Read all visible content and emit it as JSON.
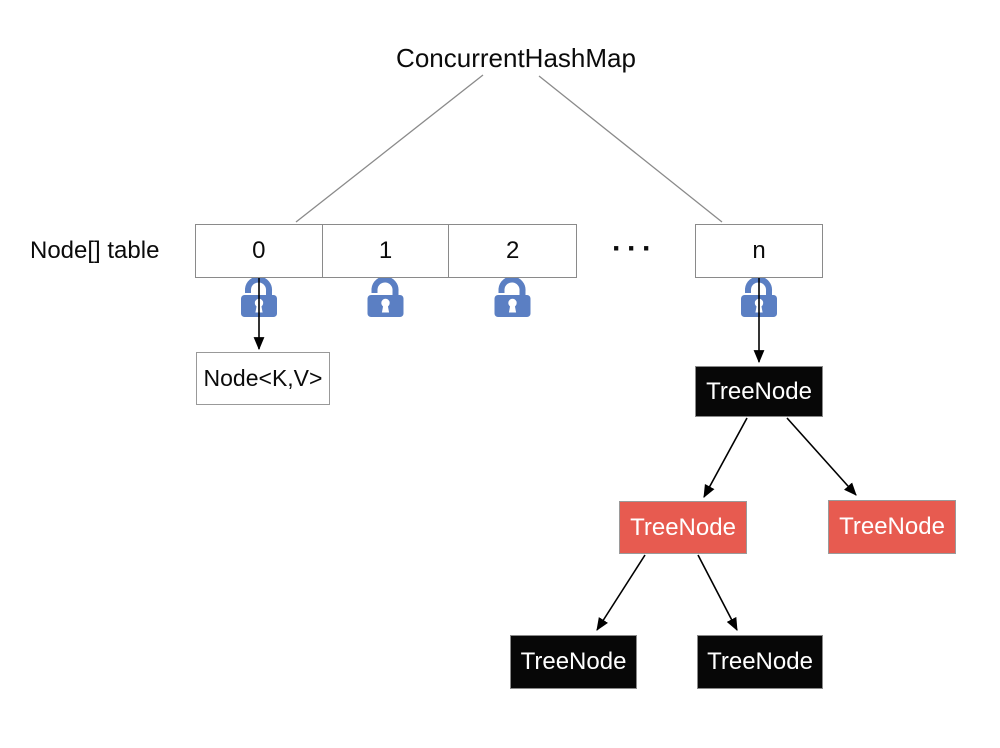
{
  "title": "ConcurrentHashMap",
  "array": {
    "label": "Node[] table",
    "cells": [
      "0",
      "1",
      "2"
    ],
    "ellipsis": "···",
    "last_cell": "n"
  },
  "nodes": {
    "node_kv": "Node<K,V>",
    "tree_root": "TreeNode",
    "tree_mid_left": "TreeNode",
    "tree_mid_right": "TreeNode",
    "tree_leaf_left": "TreeNode",
    "tree_leaf_right": "TreeNode"
  },
  "icons": {
    "lock": "open-padlock"
  },
  "colors": {
    "lock_blue": "#5b7fc3",
    "node_black": "#070707",
    "node_red": "#e75b50",
    "border_gray": "#8a8a8a",
    "arrow_black": "#000000"
  }
}
